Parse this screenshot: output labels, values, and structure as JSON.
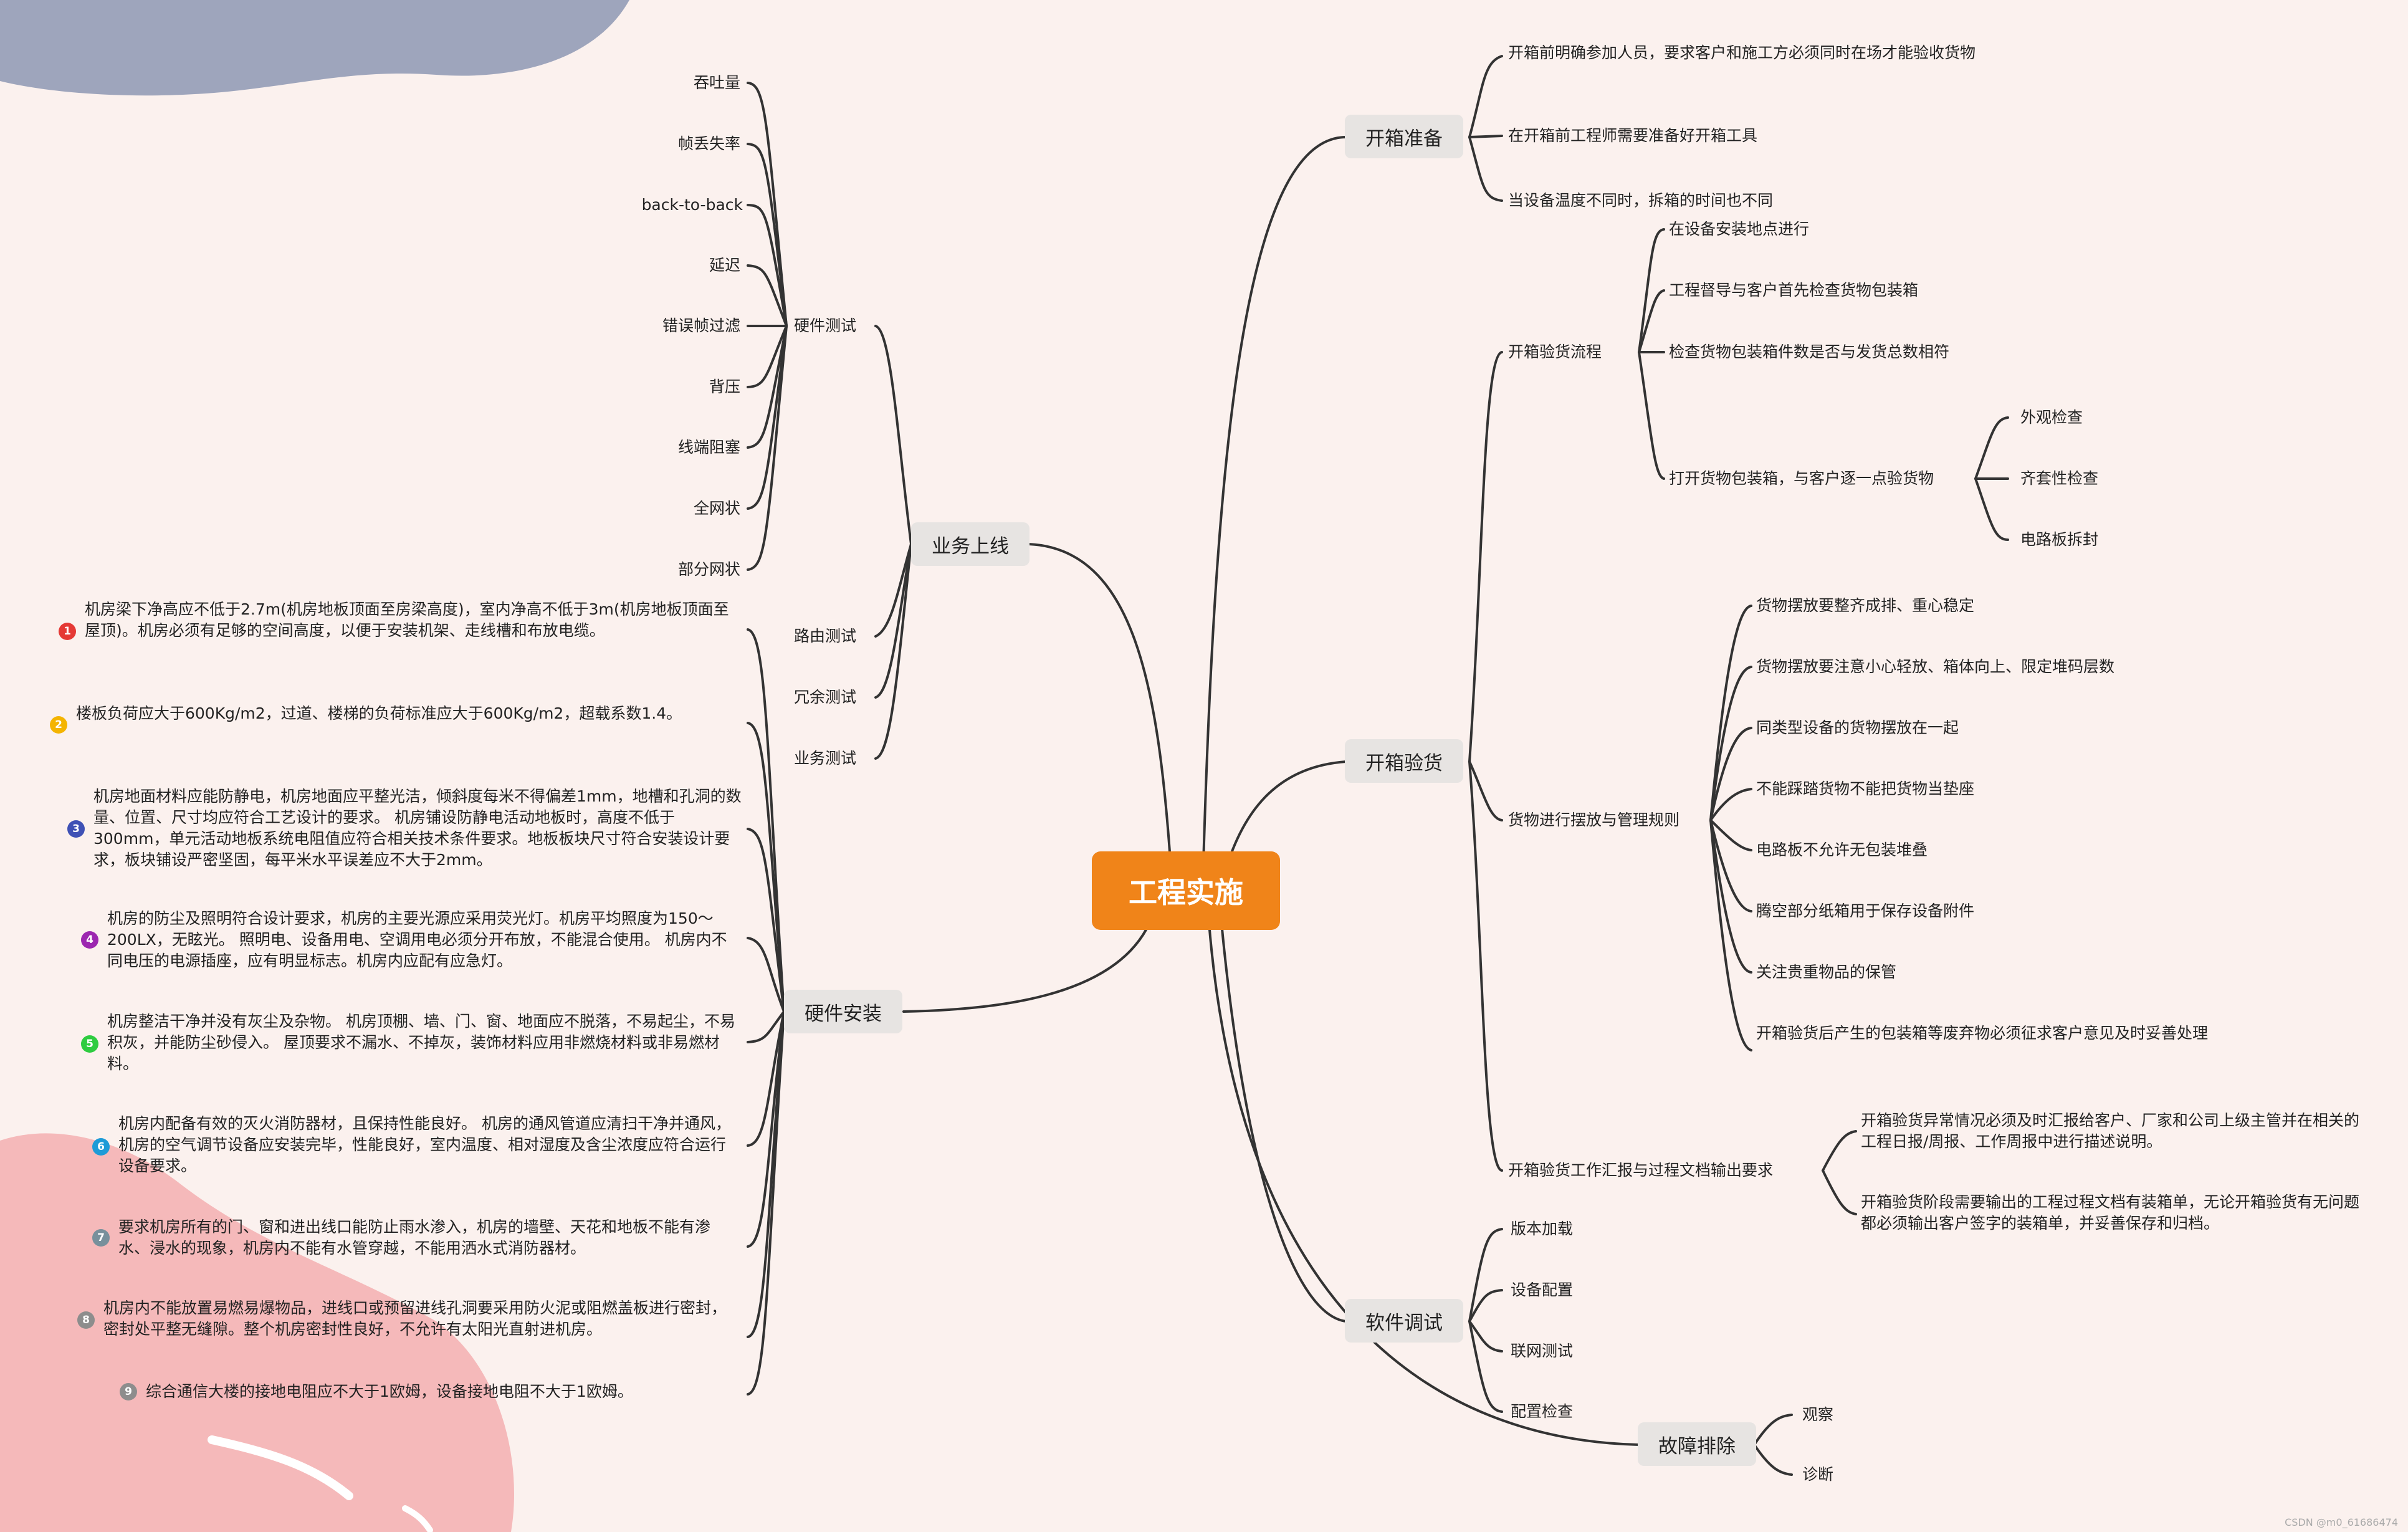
{
  "root": "工程实施",
  "branches": {
    "b1": "开箱准备",
    "b2": "开箱验货",
    "b3": "软件调试",
    "b4": "业务上线",
    "b5": "硬件安装",
    "b6": "故障排除"
  },
  "kaixiang_zhunbei": [
    "开箱前明确参加人员，要求客户和施工方必须同时在场才能验收货物",
    "在开箱前工程师需要准备好开箱工具",
    "当设备温度不同时，拆箱的时间也不同"
  ],
  "yanhuo": {
    "liucheng": "开箱验货流程",
    "liucheng_items": [
      "在设备安装地点进行",
      "工程督导与客户首先检查货物包装箱",
      "检查货物包装箱件数是否与发货总数相符",
      "打开货物包装箱，与客户逐一点验货物"
    ],
    "dianyan_items": [
      "外观检查",
      "齐套性检查",
      "电路板拆封"
    ],
    "guize": "货物进行摆放与管理规则",
    "guize_items": [
      "货物摆放要整齐成排、重心稳定",
      "货物摆放要注意小心轻放、箱体向上、限定堆码层数",
      "同类型设备的货物摆放在一起",
      "不能踩踏货物不能把货物当垫座",
      "电路板不允许无包装堆叠",
      "腾空部分纸箱用于保存设备附件",
      "关注贵重物品的保管",
      "开箱验货后产生的包装箱等废弃物必须征求客户意见及时妥善处理"
    ],
    "huibao": "开箱验货工作汇报与过程文档输出要求",
    "huibao_items": [
      "开箱验货异常情况必须及时汇报给客户、厂家和公司上级主管并在相关的工程日报/周报、工作周报中进行描述说明。",
      "开箱验货阶段需要输出的工程过程文档有装箱单，无论开箱验货有无问题都必须输出客户签字的装箱单，并妥善保存和归档。"
    ]
  },
  "software": [
    "版本加载",
    "设备配置",
    "联网测试",
    "配置检查"
  ],
  "fault": [
    "观察",
    "诊断"
  ],
  "business": {
    "hw_test": "硬件测试",
    "hw_items": [
      "吞吐量",
      "帧丢失率",
      "back-to-back",
      "延迟",
      "错误帧过滤",
      "背压",
      "线端阻塞",
      "全网状",
      "部分网状"
    ],
    "others": [
      "路由测试",
      "冗余测试",
      "业务测试"
    ]
  },
  "install": [
    {
      "n": "1",
      "color": "#e53935",
      "text": "机房梁下净高应不低于2.7m(机房地板顶面至房梁高度)，室内净高不低于3m(机房地板顶面至屋顶)。机房必须有足够的空间高度，以便于安装机架、走线槽和布放电缆。"
    },
    {
      "n": "2",
      "color": "#f4b400",
      "text": "楼板负荷应大于600Kg/m2，过道、楼梯的负荷标准应大于600Kg/m2，超载系数1.4。"
    },
    {
      "n": "3",
      "color": "#3f51b5",
      "text": "机房地面材料应能防静电，机房地面应平整光洁，倾斜度每米不得偏差1mm，地槽和孔洞的数量、位置、尺寸均应符合工艺设计的要求。 机房铺设防静电活动地板时，高度不低于300mm，单元活动地板系统电阻值应符合相关技术条件要求。地板板块尺寸符合安装设计要求，板块铺设严密坚固，每平米水平误差应不大于2mm。"
    },
    {
      "n": "4",
      "color": "#9c27b0",
      "text": "机房的防尘及照明符合设计要求，机房的主要光源应采用荧光灯。机房平均照度为150～200LX，无眩光。 照明电、设备用电、空调用电必须分开布放，不能混合使用。 机房内不同电压的电源插座，应有明显标志。机房内应配有应急灯。"
    },
    {
      "n": "5",
      "color": "#2ecc40",
      "text": "机房整洁干净并没有灰尘及杂物。 机房顶棚、墙、门、窗、地面应不脱落，不易起尘，不易积灰，并能防尘砂侵入。 屋顶要求不漏水、不掉灰，装饰材料应用非燃烧材料或非易燃材料。"
    },
    {
      "n": "6",
      "color": "#1e9bd7",
      "text": "机房内配备有效的灭火消防器材，且保持性能良好。 机房的通风管道应清扫干净并通风，机房的空气调节设备应安装完毕，性能良好，室内温度、相对湿度及含尘浓度应符合运行设备要求。"
    },
    {
      "n": "7",
      "color": "#78909c",
      "text": "要求机房所有的门、窗和进出线口能防止雨水渗入，机房的墙壁、天花和地板不能有渗水、浸水的现象，机房内不能有水管穿越，不能用洒水式消防器材。"
    },
    {
      "n": "8",
      "color": "#8d8d8d",
      "text": "机房内不能放置易燃易爆物品，进线口或预留进线孔洞要采用防火泥或阻燃盖板进行密封，密封处平整无缝隙。整个机房密封性良好，不允许有太阳光直射进机房。"
    },
    {
      "n": "9",
      "color": "#8d8d8d",
      "text": "综合通信大楼的接地电阻应不大于1欧姆，设备接地电阻不大于1欧姆。"
    }
  ],
  "watermark": "CSDN @m0_61686474"
}
